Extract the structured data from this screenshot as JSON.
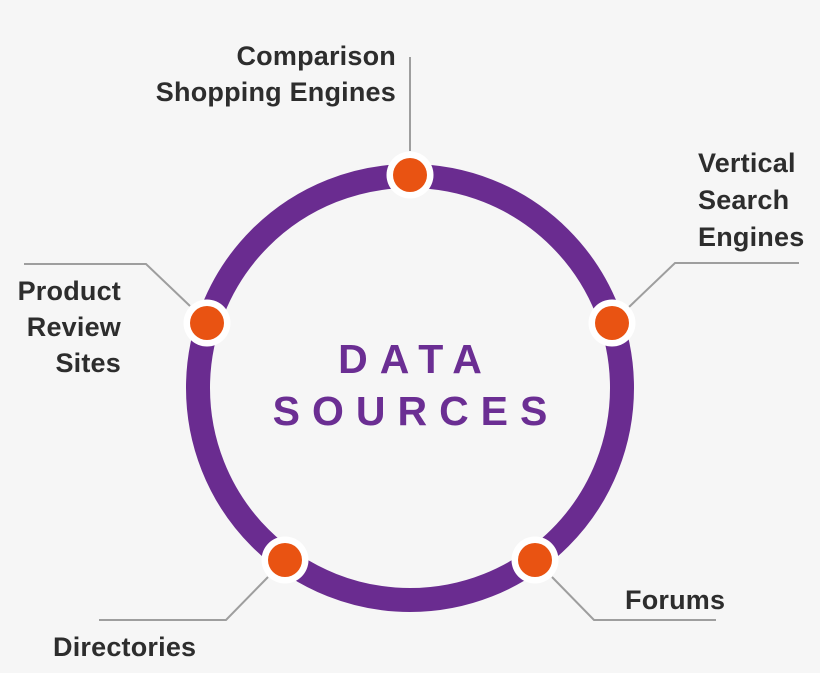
{
  "colors": {
    "background": "#f6f6f6",
    "ring": "#6a2c90",
    "dot": "#e95312",
    "dot_halo": "#ffffff",
    "connector": "#9e9e9e",
    "label_text": "#2d2d2d",
    "center_text": "#6b2e93"
  },
  "center": {
    "line1": "DATA",
    "line2": "SOURCES"
  },
  "nodes": [
    {
      "id": "comparison-shopping-engines",
      "lines": [
        "Comparison",
        "Shopping Engines"
      ]
    },
    {
      "id": "vertical-search-engines",
      "lines": [
        "Vertical",
        "Search",
        "Engines"
      ]
    },
    {
      "id": "product-review-sites",
      "lines": [
        "Product",
        "Review",
        "Sites"
      ]
    },
    {
      "id": "forums",
      "lines": [
        "Forums"
      ]
    },
    {
      "id": "directories",
      "lines": [
        "Directories"
      ]
    }
  ]
}
